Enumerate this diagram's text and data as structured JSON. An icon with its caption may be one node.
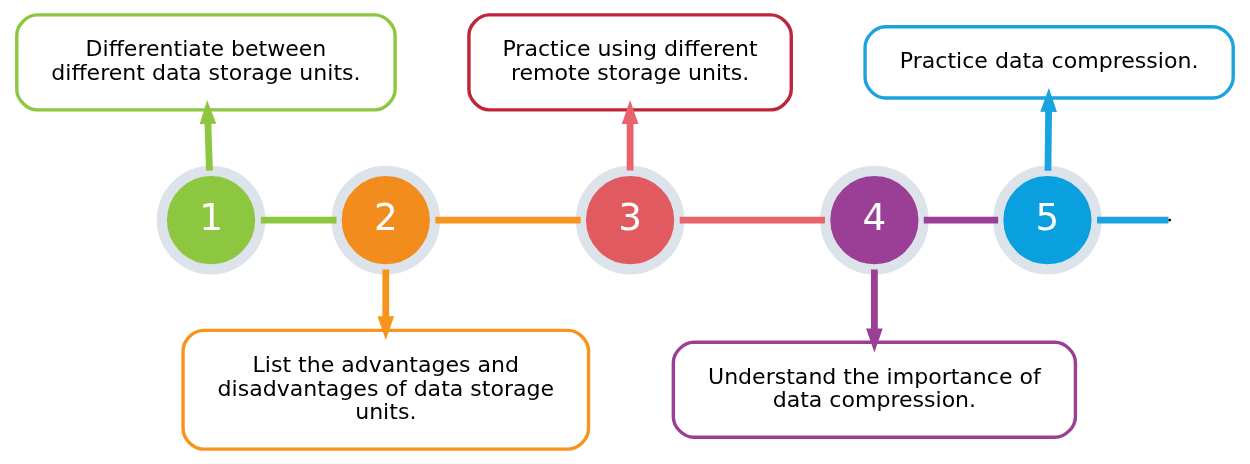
{
  "diagram": {
    "nodes": [
      {
        "text": [
          "Differentiate between different data storage units."
        ]
      },
      {
        "text": [
          "Practice using different remote storage units."
        ]
      },
      {
        "text": [
          "Practice data compression."
        ]
      },
      {
        "text": [
          "1"
        ]
      },
      {
        "text": [
          "2"
        ]
      },
      {
        "text": [
          "3"
        ]
      },
      {
        "text": [
          "4"
        ]
      },
      {
        "text": [
          "5"
        ]
      },
      {
        "text": [
          "List the advantages and disadvantages of data storage units."
        ]
      },
      {
        "text": [
          "Understand the importance of data compression."
        ]
      }
    ],
    "edges": [
      {
        "from": 3,
        "to": 0,
        "arrow": "to",
        "color": "#8dc63f"
      },
      {
        "from": 3,
        "to": 4,
        "arrow": "none",
        "color": "#8dc63f"
      },
      {
        "from": 4,
        "to": 8,
        "arrow": "to",
        "color": "#f7941d"
      },
      {
        "from": 4,
        "to": 5,
        "arrow": "none",
        "color": "#f7941d"
      },
      {
        "from": 5,
        "to": 1,
        "arrow": "to",
        "color": "#e8636b"
      },
      {
        "from": 5,
        "to": 6,
        "arrow": "none",
        "color": "#e8636b"
      },
      {
        "from": 6,
        "to": 9,
        "arrow": "to",
        "color": "#9b3f96"
      },
      {
        "from": 6,
        "to": 7,
        "arrow": "none",
        "color": "#9b3f96"
      },
      {
        "from": 7,
        "to": 2,
        "arrow": "to",
        "color": "#1aa3e0"
      },
      {
        "from": 7,
        "to": null,
        "arrow": "none",
        "color": "#1aa3e0"
      }
    ]
  }
}
